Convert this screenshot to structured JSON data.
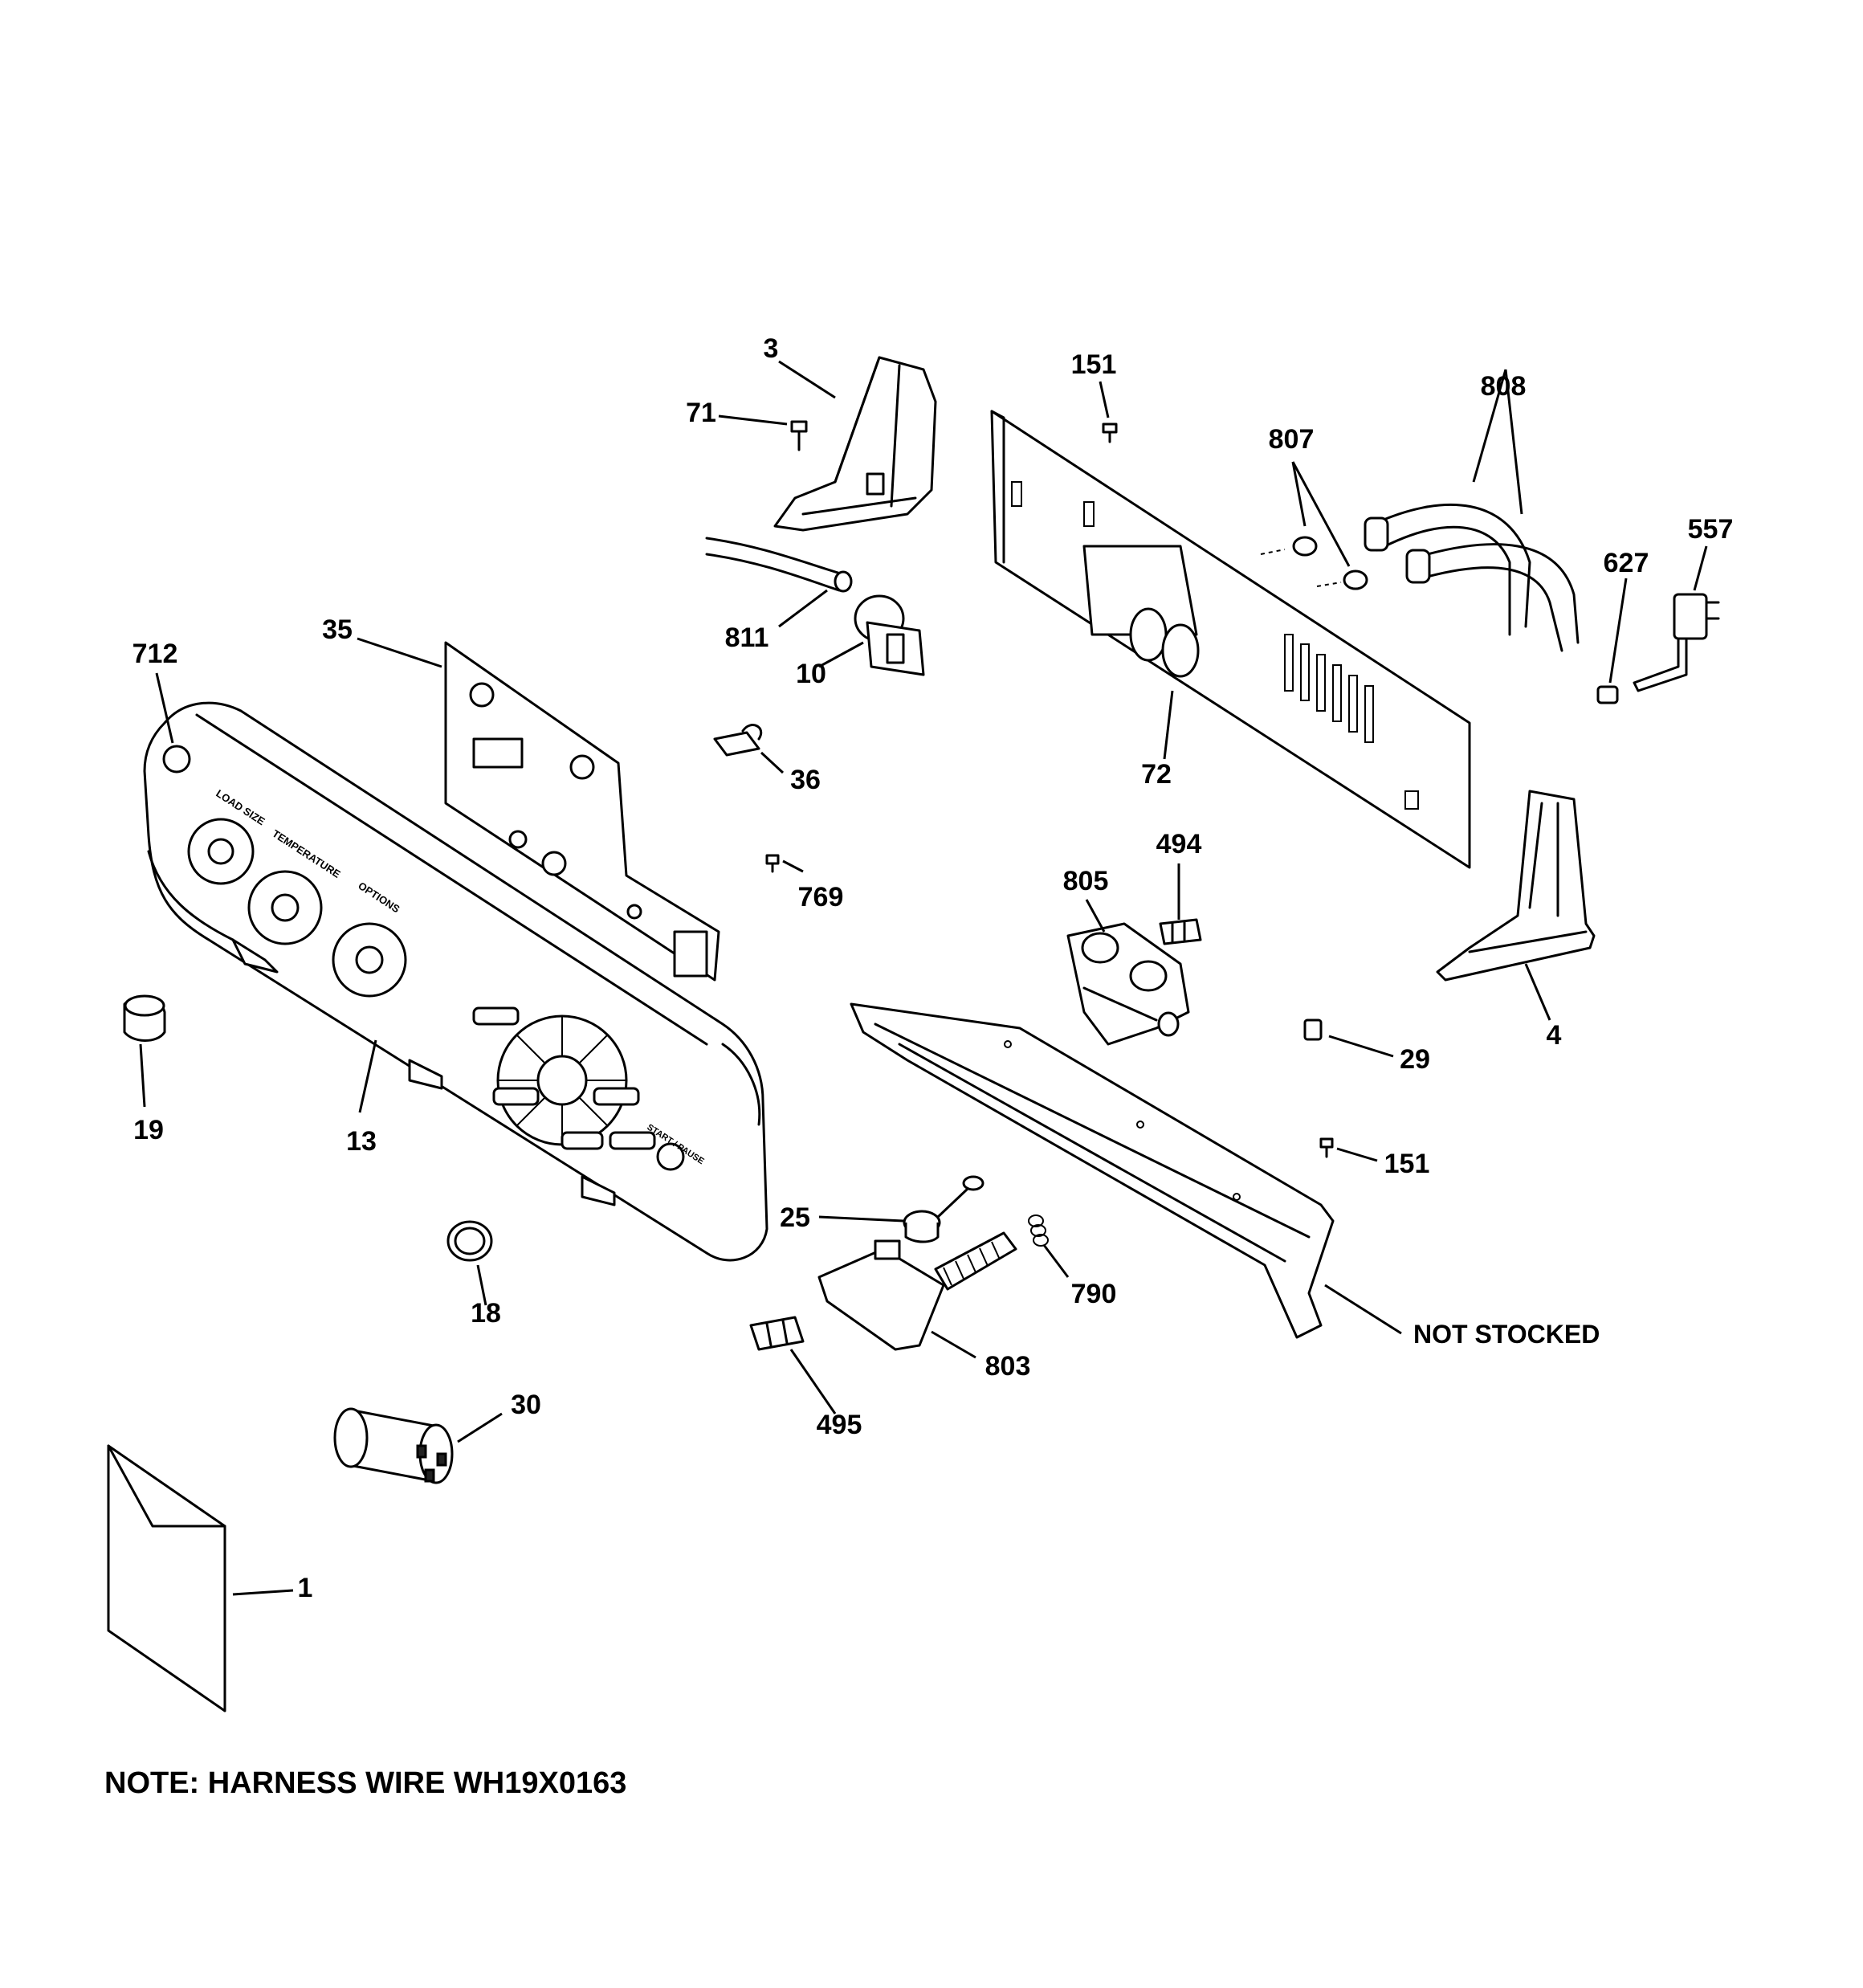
{
  "callouts": {
    "c3": "3",
    "c71": "71",
    "c151a": "151",
    "c808": "808",
    "c807": "807",
    "c557": "557",
    "c627": "627",
    "c712": "712",
    "c35": "35",
    "c811": "811",
    "c10": "10",
    "c36": "36",
    "c72": "72",
    "c769": "769",
    "c494": "494",
    "c805": "805",
    "c4": "4",
    "c19": "19",
    "c13": "13",
    "c29": "29",
    "c151b": "151",
    "c25": "25",
    "c790": "790",
    "c18": "18",
    "c803": "803",
    "c495": "495",
    "c30": "30",
    "c1": "1",
    "not_stocked": "NOT STOCKED"
  },
  "note": "NOTE: HARNESS WIRE WH19X0163",
  "panel": {
    "load_size": "LOAD SIZE",
    "temperature": "TEMPERATURE",
    "options": "OPTIONS",
    "start_pause": "START / PAUSE"
  }
}
